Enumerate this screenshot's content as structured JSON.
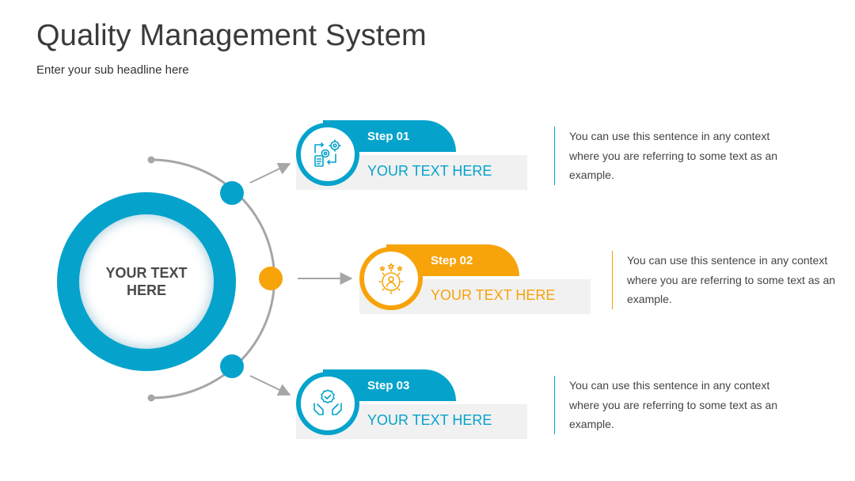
{
  "header": {
    "title": "Quality Management System",
    "subtitle": "Enter your sub headline here"
  },
  "hub": {
    "label": "YOUR TEXT HERE"
  },
  "steps": [
    {
      "tab": "Step 01",
      "heading": "YOUR TEXT HERE",
      "description": "You can use this sentence in any context where you are referring to some text as an example.",
      "color": "#05a3cc",
      "icon": "process-gear-document-icon"
    },
    {
      "tab": "Step 02",
      "heading": "YOUR TEXT HERE",
      "description": "You can use this sentence in any context where you are referring to some text as an example.",
      "color": "#f7a30a",
      "icon": "person-gear-stars-icon"
    },
    {
      "tab": "Step 03",
      "heading": "YOUR TEXT HERE",
      "description": "You can use this sentence in any context where you are referring to some text as an example.",
      "color": "#05a3cc",
      "icon": "hands-quality-badge-icon"
    }
  ],
  "colors": {
    "primary": "#05a3cc",
    "accent": "#f7a30a",
    "connector": "#a6a6a6",
    "panel": "#f1f1f1"
  }
}
